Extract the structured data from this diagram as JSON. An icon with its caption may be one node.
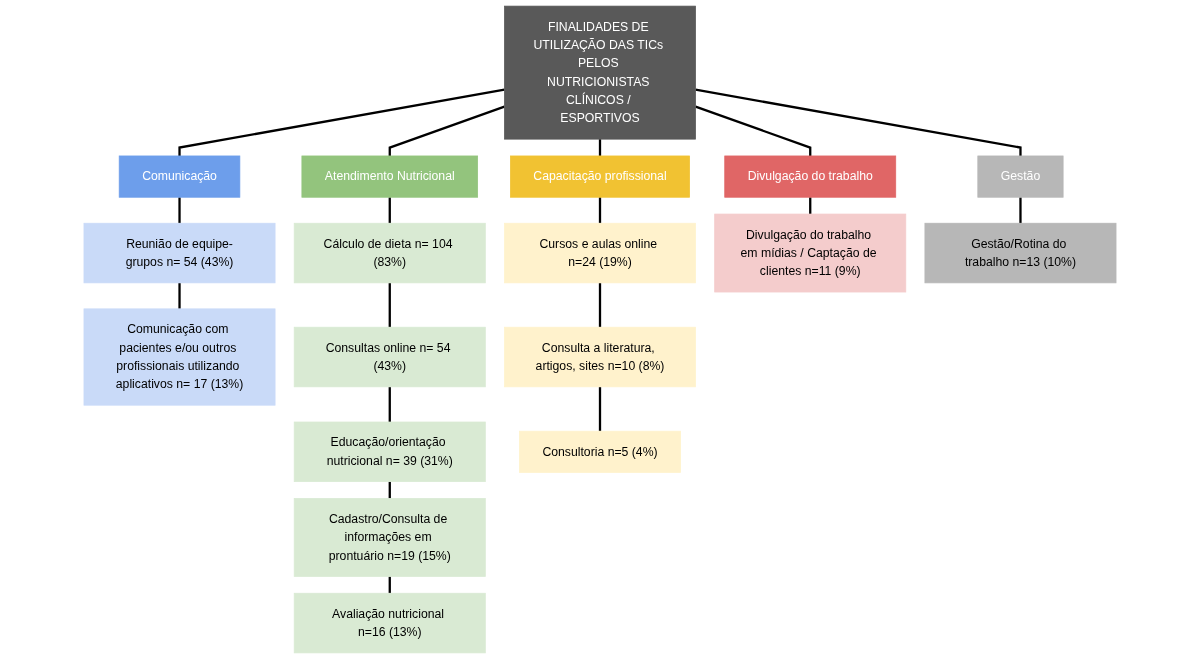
{
  "diagram": {
    "nodes": [
      {
        "text": [
          "FINALIDADES DE UTILIZAÇÃO DAS TICs PELOS NUTRICIONISTAS CLÍNICOS / ESPORTIVOS"
        ]
      },
      {
        "text": [
          "Comunicação"
        ]
      },
      {
        "text": [
          "Atendimento Nutricional"
        ]
      },
      {
        "text": [
          "Capacitação profissional"
        ]
      },
      {
        "text": [
          "Divulgação do trabalho"
        ]
      },
      {
        "text": [
          "Gestão"
        ]
      },
      {
        "text": [
          "Reunião de equipe-grupos n= 54 (43%)"
        ]
      },
      {
        "text": [
          "Comunicação com pacientes e/ou outros profissionais utilizando aplicativos n= 17 (13%)"
        ]
      },
      {
        "text": [
          "Cálculo de dieta n= 104 (83%)"
        ]
      },
      {
        "text": [
          "Consultas online n= 54 (43%)"
        ]
      },
      {
        "text": [
          "Educação/orientação nutricional n= 39 (31%)"
        ]
      },
      {
        "text": [
          "Cadastro/Consulta de informações em prontuário n=19 (15%)"
        ]
      },
      {
        "text": [
          "Avaliação nutricional n=16 (13%)"
        ]
      },
      {
        "text": [
          "Cursos e aulas online n=24 (19%)"
        ]
      },
      {
        "text": [
          "Consulta a literatura, artigos, sites n=10 (8%)"
        ]
      },
      {
        "text": [
          "Consultoria n=5 (4%)"
        ]
      },
      {
        "text": [
          "Divulgação do trabalho em mídias / Captação de clientes n=11 (9%)"
        ]
      },
      {
        "text": [
          "Gestão/Rotina do trabalho n=13 (10%)"
        ]
      }
    ],
    "edges": [
      {
        "from": 0,
        "to": 1,
        "arrow": "none"
      },
      {
        "from": 0,
        "to": 2,
        "arrow": "none"
      },
      {
        "from": 0,
        "to": 3,
        "arrow": "none"
      },
      {
        "from": 0,
        "to": 4,
        "arrow": "none"
      },
      {
        "from": 0,
        "to": 5,
        "arrow": "none"
      },
      {
        "from": 1,
        "to": 6,
        "arrow": "none"
      },
      {
        "from": 6,
        "to": 7,
        "arrow": "none"
      },
      {
        "from": 2,
        "to": 8,
        "arrow": "none"
      },
      {
        "from": 8,
        "to": 9,
        "arrow": "none"
      },
      {
        "from": 9,
        "to": 10,
        "arrow": "none"
      },
      {
        "from": 10,
        "to": 11,
        "arrow": "none"
      },
      {
        "from": 11,
        "to": 12,
        "arrow": "none"
      },
      {
        "from": 3,
        "to": 13,
        "arrow": "none"
      },
      {
        "from": 13,
        "to": 14,
        "arrow": "none"
      },
      {
        "from": 14,
        "to": 15,
        "arrow": "none"
      },
      {
        "from": 4,
        "to": 16,
        "arrow": "none"
      },
      {
        "from": 5,
        "to": 17,
        "arrow": "none"
      }
    ]
  }
}
